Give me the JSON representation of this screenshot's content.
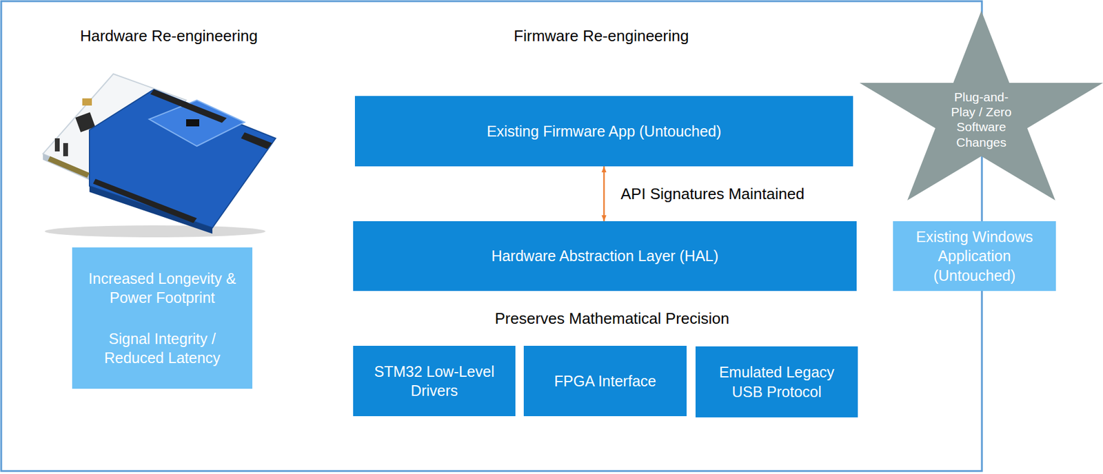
{
  "diagram": {
    "nodes": [
      {
        "text": [
          "Increased Longevity & Power Footprint",
          "Signal Integrity / Reduced Latency"
        ]
      },
      {
        "text": [
          "Existing Firmware App (Untouched)"
        ]
      },
      {
        "text": [
          "Hardware Abstraction Layer (HAL)"
        ]
      },
      {
        "text": [
          "STM32 Low-Level Drivers"
        ]
      },
      {
        "text": [
          "FPGA Interface"
        ]
      },
      {
        "text": [
          "Emulated Legacy USB Protocol"
        ]
      },
      {
        "text": [
          "Plug-and-Play / Zero Software Changes"
        ]
      },
      {
        "text": [
          "Existing Windows Application (Untouched)"
        ]
      }
    ],
    "edges": [
      {
        "from": 1,
        "to": 2,
        "arrow": "both",
        "label": "API Signatures Maintained"
      }
    ],
    "labels": [
      "Hardware Re-engineering",
      "Firmware Re-engineering",
      "Preserves Mathematical Precision"
    ]
  }
}
